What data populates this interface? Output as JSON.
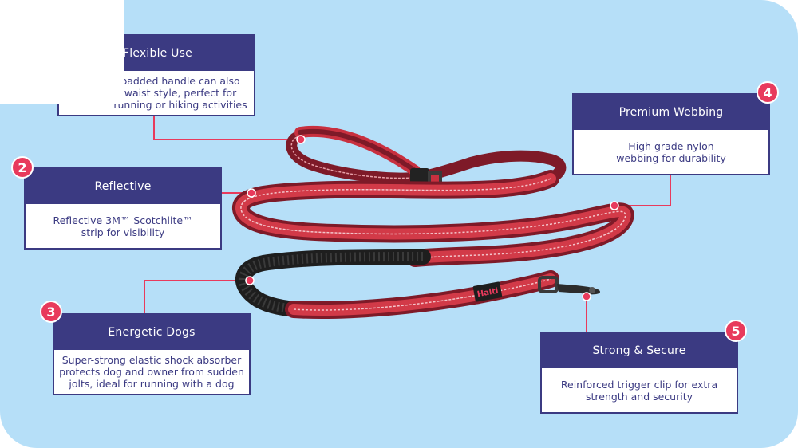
{
  "colors": {
    "background": "#b6dff8",
    "card_header": "#3b3a82",
    "callout_line": "#e83a5c",
    "leash_red": "#c8303f",
    "leash_dark": "#7e1a28",
    "shock_absorber": "#1e1e1e"
  },
  "leash": {
    "brand_tag": "Halti"
  },
  "features": [
    {
      "number": "",
      "title": "Flexible Use",
      "description_lines": [
        "padded handle can also",
        "waist style, perfect for",
        "running or hiking activities"
      ]
    },
    {
      "number": "2",
      "title": "Reflective",
      "description_lines": [
        "Reflective 3M™ Scotchlite™",
        "strip for visibility"
      ]
    },
    {
      "number": "3",
      "title": "Energetic Dogs",
      "description_lines": [
        "Super-strong elastic shock absorber",
        "protects dog and owner from sudden",
        "jolts, ideal for running with a dog"
      ]
    },
    {
      "number": "4",
      "title": "Premium Webbing",
      "description_lines": [
        "High grade nylon",
        "webbing for durability"
      ]
    },
    {
      "number": "5",
      "title": "Strong & Secure",
      "description_lines": [
        "Reinforced trigger clip for extra",
        "strength and security"
      ]
    }
  ]
}
